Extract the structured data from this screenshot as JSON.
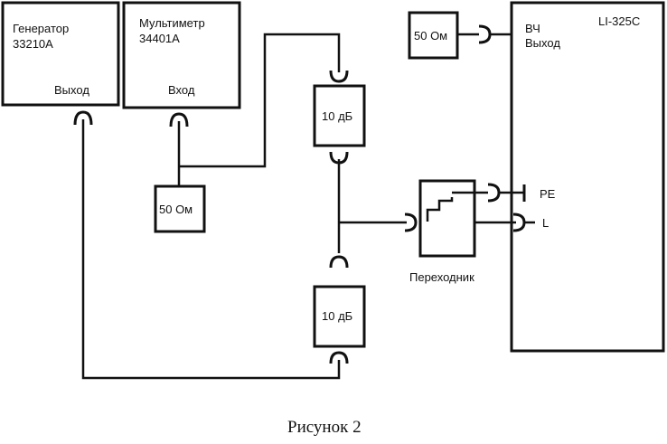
{
  "generator": {
    "name": "Генератор",
    "model": "33210А",
    "port": "Выход"
  },
  "multimeter": {
    "name": "Мультиметр",
    "model": "34401А",
    "port": "Вход"
  },
  "load_left": {
    "label": "50 Ом"
  },
  "load_top": {
    "label": "50 Ом"
  },
  "attenuator_top": {
    "label": "10 дБ"
  },
  "attenuator_bottom": {
    "label": "10 дБ"
  },
  "adapter": {
    "label": "Переходник"
  },
  "device": {
    "model": "LI-325C",
    "rf_line1": "ВЧ",
    "rf_line2": "Выход",
    "pe": "PE",
    "l": "L"
  },
  "caption": "Рисунок 2"
}
